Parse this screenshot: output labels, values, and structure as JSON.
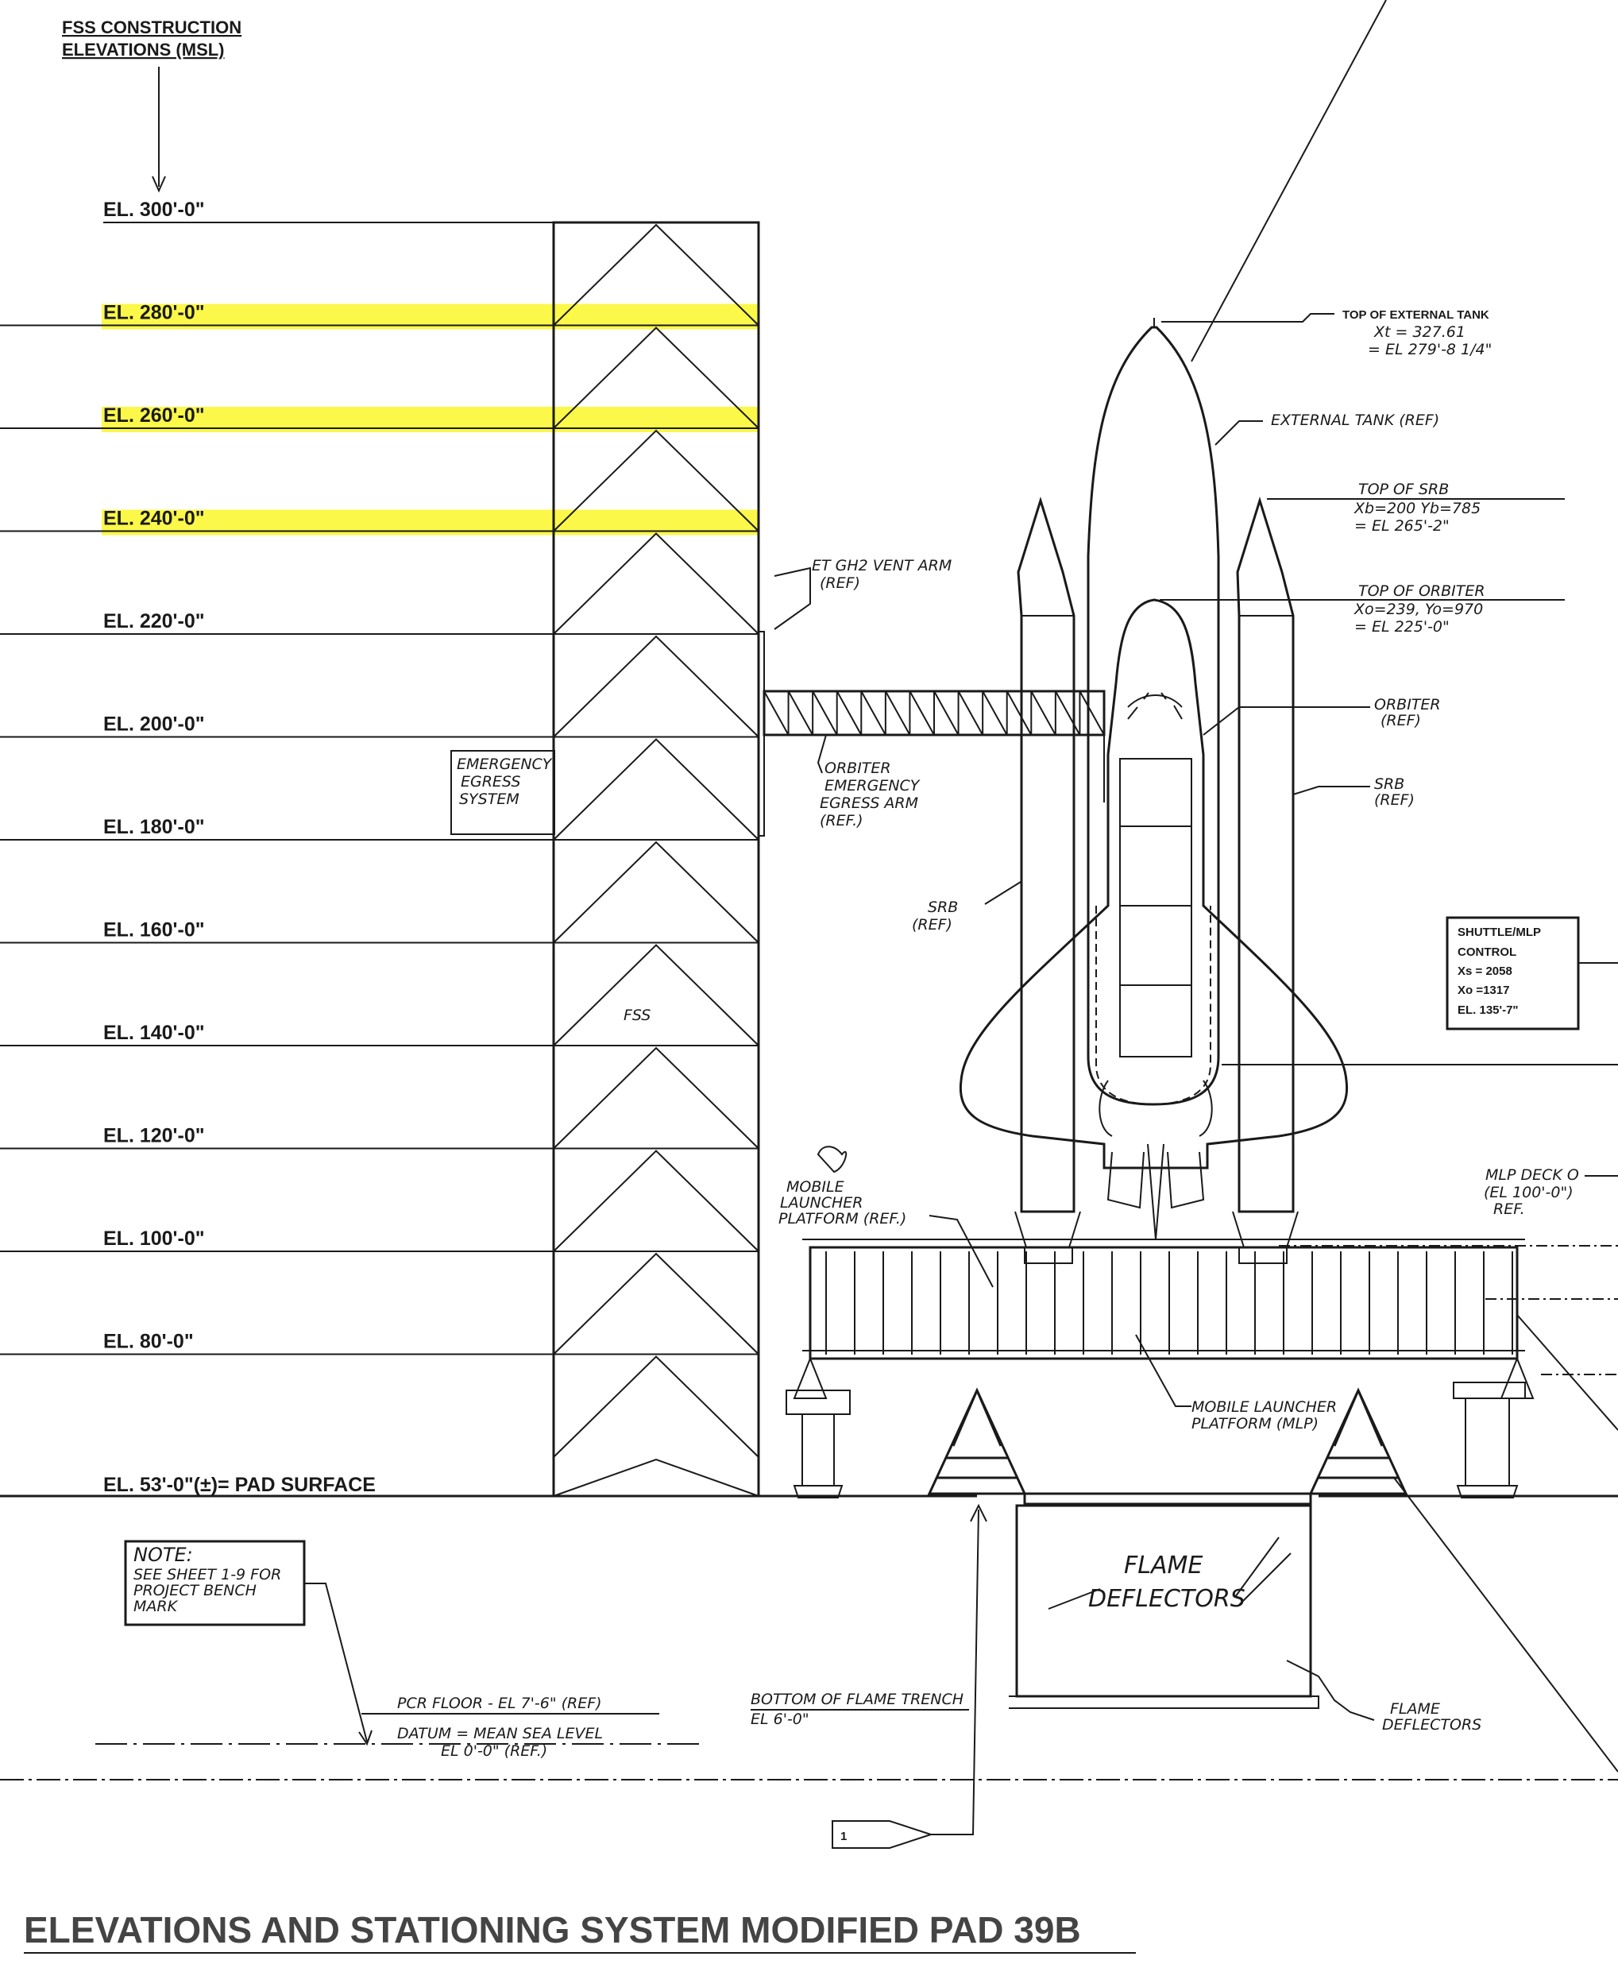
{
  "header": {
    "line1": "FSS CONSTRUCTION",
    "line2": "ELEVATIONS (MSL)"
  },
  "elevations": [
    {
      "label": "EL. 300'-0\"",
      "highlight": false
    },
    {
      "label": "EL. 280'-0\"",
      "highlight": true
    },
    {
      "label": "EL. 260'-0\"",
      "highlight": true
    },
    {
      "label": "EL. 240'-0\"",
      "highlight": true
    },
    {
      "label": "EL. 220'-0\"",
      "highlight": false
    },
    {
      "label": "EL. 200'-0\"",
      "highlight": false
    },
    {
      "label": "EL. 180'-0\"",
      "highlight": false
    },
    {
      "label": "EL. 160'-0\"",
      "highlight": false
    },
    {
      "label": "EL. 140'-0\"",
      "highlight": false
    },
    {
      "label": "EL. 120'-0\"",
      "highlight": false
    },
    {
      "label": "EL. 100'-0\"",
      "highlight": false
    },
    {
      "label": "EL. 80'-0\"",
      "highlight": false
    }
  ],
  "pad_surface": "EL. 53'-0\"(±)= PAD SURFACE",
  "highlight_color": "#fbf84a",
  "fss_label": "FSS",
  "emergency_egress": [
    "EMERGENCY",
    "EGRESS",
    "SYSTEM"
  ],
  "et_vent_arm": [
    "ET GH2 VENT ARM",
    "(REF)"
  ],
  "orbiter_egress_arm": [
    "ORBITER",
    "EMERGENCY",
    "EGRESS ARM",
    "(REF.)"
  ],
  "srb_left": [
    "SRB",
    "(REF)"
  ],
  "mlp_left": [
    "MOBILE",
    "LAUNCHER",
    "PLATFORM (REF.)"
  ],
  "mlp_bottom": [
    "MOBILE LAUNCHER",
    "PLATFORM (MLP)"
  ],
  "top_external_tank": [
    "TOP OF EXTERNAL TANK",
    "Xt = 327.61",
    "= EL 279'-8 1/4\""
  ],
  "external_tank_ref": "EXTERNAL TANK (REF)",
  "top_srb": [
    "TOP OF SRB",
    "Xb=200 Yb=785",
    "= EL 265'-2\""
  ],
  "top_orbiter": [
    "TOP OF ORBITER",
    "Xo=239, Yo=970",
    "= EL 225'-0\""
  ],
  "orbiter_ref": [
    "ORBITER",
    "(REF)"
  ],
  "srb_right": [
    "SRB",
    "(REF)"
  ],
  "shuttle_control": [
    "SHUTTLE/MLP",
    "CONTROL",
    "Xs = 2058",
    "Xo =1317",
    "EL. 135'-7\""
  ],
  "mlp_deck": [
    "MLP DECK O",
    "(EL 100'-0\")",
    "REF."
  ],
  "note": [
    "NOTE:",
    "SEE SHEET 1-9 FOR",
    "PROJECT BENCH",
    "MARK"
  ],
  "flame_deflectors_main": [
    "FLAME",
    "DEFLECTORS"
  ],
  "flame_deflectors_small": [
    "FLAME",
    "DEFLECTORS"
  ],
  "pcr_floor": "PCR FLOOR - EL 7'-6\" (REF)",
  "datum": [
    "DATUM = MEAN SEA LEVEL",
    "EL 0'-0\" (REF.)"
  ],
  "bottom_trench": [
    "BOTTOM OF FLAME TRENCH",
    "EL 6'-0\""
  ],
  "callout_number": "1",
  "page_title": "ELEVATIONS AND STATIONING SYSTEM MODIFIED PAD 39B"
}
